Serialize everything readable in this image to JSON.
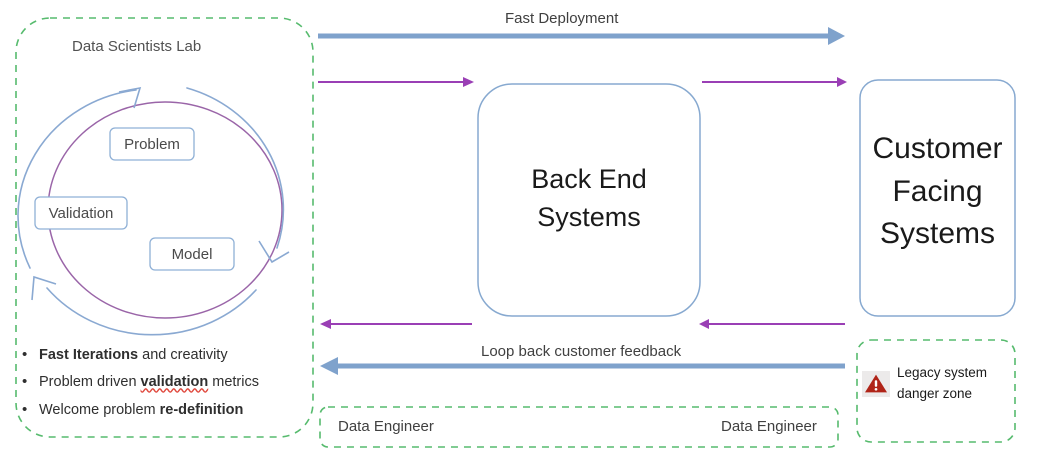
{
  "diagram": {
    "title_hidden": "",
    "lab_zone": {
      "title": "Data Scientists Lab",
      "cycle": {
        "chips": [
          {
            "label": "Problem"
          },
          {
            "label": "Validation"
          },
          {
            "label": "Model"
          }
        ]
      },
      "bullets": [
        {
          "bold_lead": "Fast Iterations",
          "rest": " and creativity",
          "pre": ""
        },
        {
          "pre": "Problem driven ",
          "bold_mid": "validation",
          "rest": " metrics",
          "misspelled": true
        },
        {
          "pre": "Welcome problem ",
          "bold_mid": "re-definition",
          "rest": ""
        }
      ]
    },
    "nodes": [
      {
        "id": "back-end-systems",
        "label": "Back End\nSystems"
      },
      {
        "id": "customer-facing-systems",
        "label": "Customer\nFacing\nSystems"
      }
    ],
    "flows": [
      {
        "id": "fast-deployment",
        "label": "Fast Deployment",
        "direction": "right",
        "color": "#7fa2cc",
        "style": "thick"
      },
      {
        "id": "lab-to-backend",
        "label": "",
        "direction": "right",
        "color": "#9a3fb5",
        "style": "thin"
      },
      {
        "id": "backend-to-customer",
        "label": "",
        "direction": "right",
        "color": "#9a3fb5",
        "style": "thin"
      },
      {
        "id": "customer-to-backend",
        "label": "",
        "direction": "left",
        "color": "#9a3fb5",
        "style": "thin"
      },
      {
        "id": "backend-to-lab",
        "label": "",
        "direction": "left",
        "color": "#9a3fb5",
        "style": "thin"
      },
      {
        "id": "loop-back-feedback",
        "label": "Loop back customer feedback",
        "direction": "left",
        "color": "#7fa2cc",
        "style": "thick"
      }
    ],
    "engineer_zone": {
      "labels": [
        "Data Engineer",
        "Data Engineer"
      ]
    },
    "danger_zone": {
      "icon": "warning-triangle-icon",
      "text": "Legacy system\ndanger zone"
    },
    "colors": {
      "zone_green": "#57bb6e",
      "node_blue": "#87a9d0",
      "arrow_blue": "#7fa2cc",
      "arrow_purple": "#9a3fb5",
      "cycle_purple": "#9a65a8",
      "danger_red": "#b02418",
      "text_dark": "#1a1a1a",
      "text_gray": "#404040"
    }
  }
}
